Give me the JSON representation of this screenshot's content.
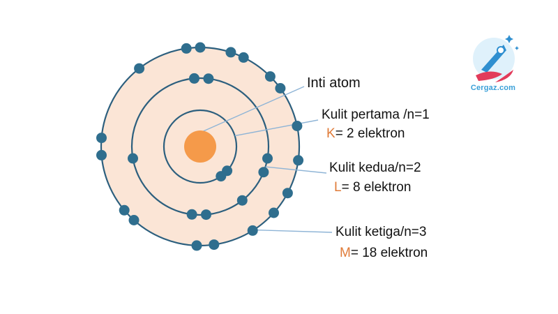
{
  "nucleus": {
    "label": "Inti atom"
  },
  "shells": [
    {
      "name": "Kulit pertama /n=1",
      "letter": "K",
      "rest": "= 2 elektron",
      "electrons": 2
    },
    {
      "name": "Kulit kedua/n=2",
      "letter": "L",
      "rest": "=  8 elektron",
      "electrons": 8
    },
    {
      "name": "Kulit ketiga/n=3",
      "letter": "M",
      "rest": "=  18 elektron",
      "electrons": 18
    }
  ],
  "logo": {
    "text": "Cergaz.com",
    "icon": "rocket-hands-logo"
  },
  "colors": {
    "nucleus": "#f59a4a",
    "electron": "#2f6e8e",
    "orbit": "#2c5f7e",
    "shell_fill": "#fbe5d6",
    "leader_line": "#8eb4d6",
    "letter_accent": "#e07b39"
  }
}
